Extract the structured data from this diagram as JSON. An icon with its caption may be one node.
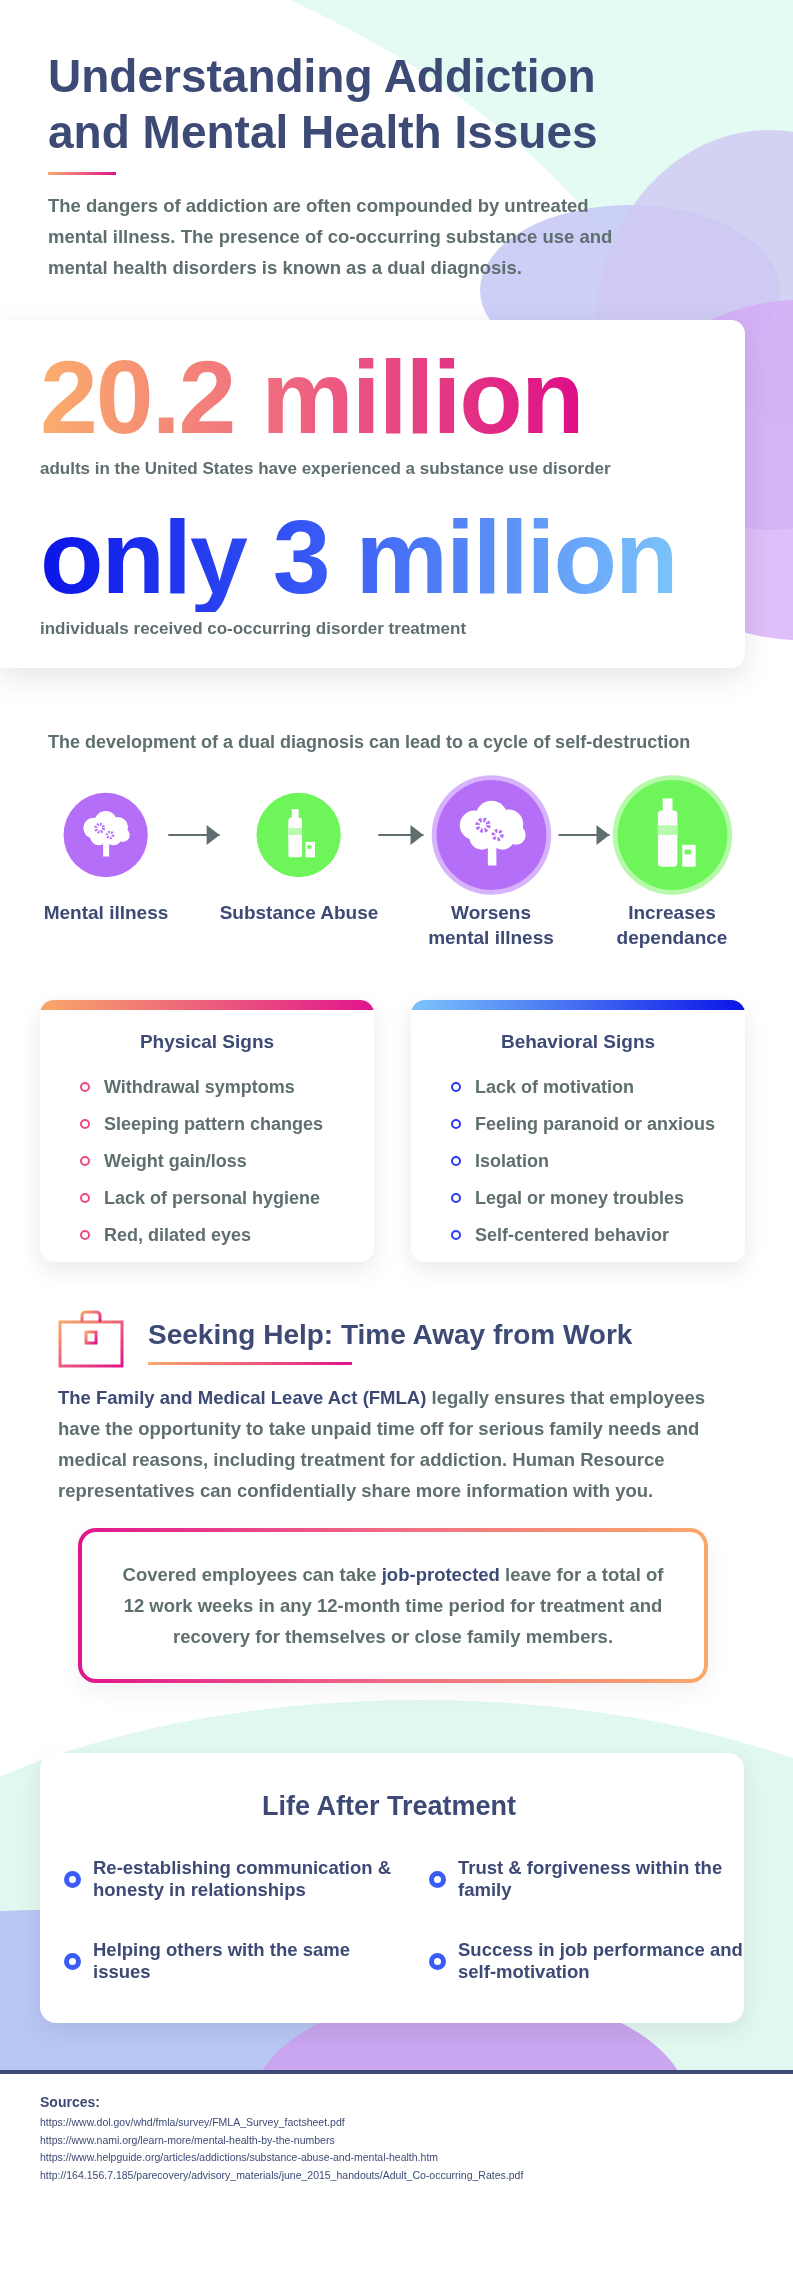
{
  "diagram": {
    "title": "Understanding Addiction and Mental Health Issues",
    "nodes": [
      {
        "text": [
          "20.2 million",
          "adults in the United States have experienced a substance use disorder",
          "only 3 million",
          "individuals received co-occurring disorder treatment"
        ]
      },
      {
        "text": [
          "Mental illness"
        ]
      },
      {
        "text": [
          "Substance Abuse"
        ]
      },
      {
        "text": [
          "Worsens mental illness"
        ]
      },
      {
        "text": [
          "Increases dependance"
        ]
      },
      {
        "text": [
          "Physical Signs",
          "Withdrawal symptoms",
          "Sleeping pattern changes",
          "Weight gain/loss",
          "Lack of personal hygiene",
          "Red, dilated eyes"
        ]
      },
      {
        "text": [
          "Behavioral Signs",
          "Lack of motivation",
          "Feeling paranoid or anxious",
          "Isolation",
          "Legal or money troubles",
          "Self-centered behavior"
        ]
      },
      {
        "text": [
          "Covered employees can take **job-protected** leave for a total of 12 work weeks in any 12-month time period for treatment and recovery for themselves or close family members."
        ]
      },
      {
        "text": [
          "Life After Treatment",
          "Re-establishing communication & honesty in relationships",
          "Trust & forgiveness within the family",
          "Helping others with the same issues",
          "Success in job performance and self-motivation"
        ]
      }
    ],
    "edges": [
      {
        "from": 1,
        "to": 2,
        "arrow": "to"
      },
      {
        "from": 2,
        "to": 3,
        "arrow": "to"
      },
      {
        "from": 3,
        "to": 4,
        "arrow": "to"
      }
    ],
    "labels": [
      "The dangers of addiction are often compounded by untreated mental illness. The presence of co-occurring substance use and mental health disorders is known as a dual diagnosis.",
      "The development of a dual diagnosis can lead to a cycle of self-destruction",
      "Seeking Help: Time Away from Work",
      "**The Family and Medical Leave Act (FMLA)** legally ensures that employees have the opportunity to take unpaid time off for serious family needs and medical reasons, including treatment for addiction. Human Resource representatives can confidentially share more information with you.",
      "Sources:",
      "https://www.dol.gov/whd/fmla/survey/FMLA_Survey_factsheet.pdf",
      "https://www.nami.org/learn-more/mental-health-by-the-numbers",
      "https://www.helpguide.org/articles/addictions/substance-abuse-and-mental-health.htm",
      "http://164.156.7.185/parecovery/advisory_materials/june_2015_handouts/Adult_Co-occurring_Rates.pdf"
    ]
  }
}
